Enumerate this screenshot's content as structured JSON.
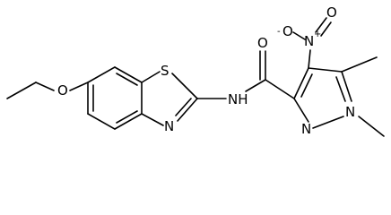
{
  "atoms": {
    "o_ethoxy": "O",
    "s_thiazole": "S",
    "n_thiazole": "N",
    "nh_amide": "NH",
    "o_carbonyl": "O",
    "n_nitro": "N",
    "nitro_plus": "+",
    "o_nitro_top": "O",
    "nitro_minus": "-",
    "o_nitro_left": "O",
    "n_pyrazole_2": "N",
    "n_pyrazole_1": "N"
  },
  "colors": {
    "bond": "#000000",
    "label": "#000000",
    "background": "#ffffff"
  }
}
